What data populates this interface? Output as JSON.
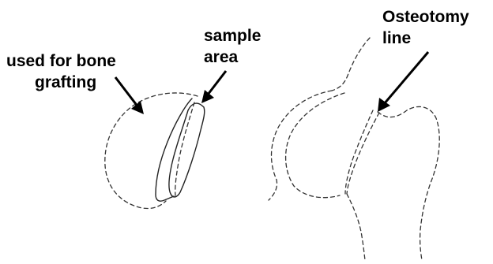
{
  "labels": {
    "bone_graft_line1": "used for bone",
    "bone_graft_line2": "grafting",
    "sample_line1": "sample",
    "sample_line2": "area",
    "osteotomy_line1": "Osteotomy",
    "osteotomy_line2": "line"
  },
  "colors": {
    "ink": "#000000",
    "outline": "#333333",
    "background": "#ffffff"
  }
}
